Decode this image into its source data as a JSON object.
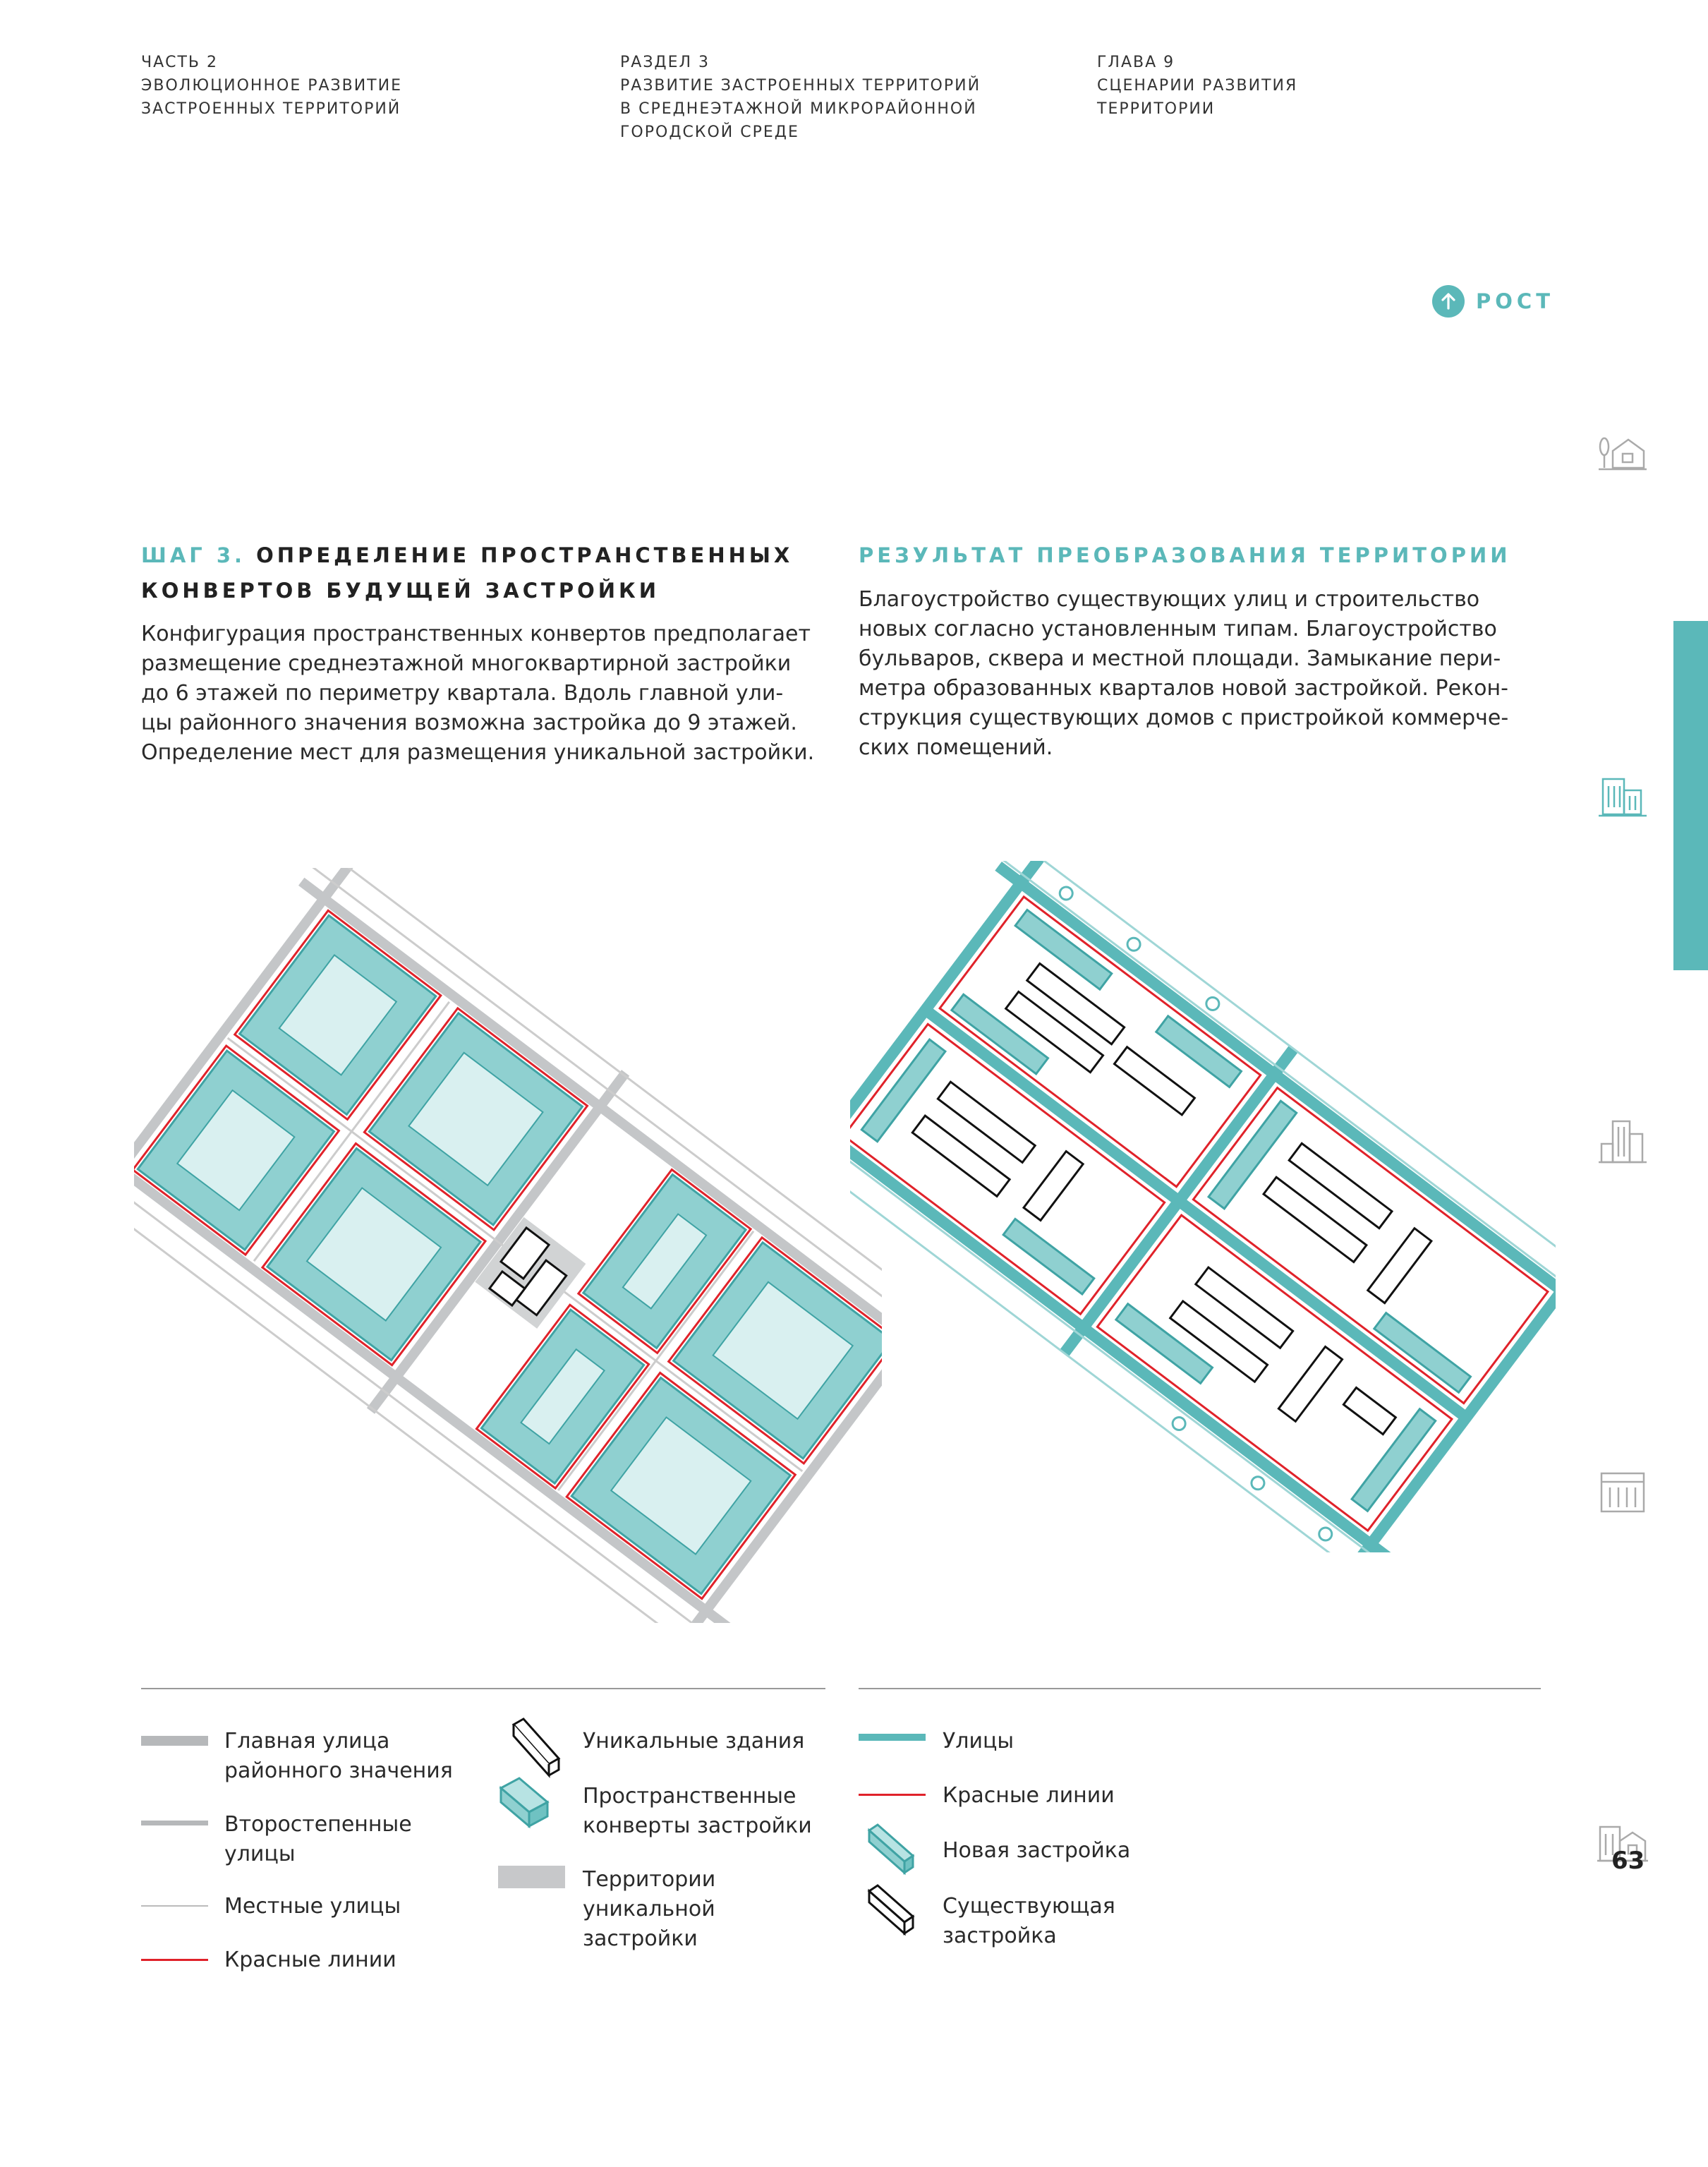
{
  "header": {
    "part": [
      "ЧАСТЬ 2",
      "ЭВОЛЮЦИОННОЕ РАЗВИТИЕ",
      "ЗАСТРОЕННЫХ ТЕРРИТОРИЙ"
    ],
    "section": [
      "РАЗДЕЛ 3",
      "РАЗВИТИЕ ЗАСТРОЕННЫХ ТЕРРИТОРИЙ",
      "В СРЕДНЕЭТАЖНОЙ МИКРОРАЙОННОЙ",
      "ГОРОДСКОЙ СРЕДЕ"
    ],
    "chapter": [
      "ГЛАВА 9",
      "СЦЕНАРИИ РАЗВИТИЯ",
      "ТЕРРИТОРИИ"
    ]
  },
  "growth_badge": {
    "label": "РОСТ",
    "icon": "arrow-up-icon"
  },
  "colors": {
    "accent": "#5bb8b9",
    "red_line": "#e0222a",
    "gray_street": "#c4c6c8"
  },
  "side_nav": [
    {
      "icon": "house-tree-icon",
      "active": false
    },
    {
      "icon": "midrise-buildings-icon",
      "active": true
    },
    {
      "icon": "tower-icon",
      "active": false
    },
    {
      "icon": "apartment-block-icon",
      "active": false
    },
    {
      "icon": "mixed-buildings-icon",
      "active": false
    }
  ],
  "step": {
    "prefix": "ШАГ 3.",
    "title_line1": "ОПРЕДЕЛЕНИЕ ПРОСТРАНСТВЕННЫХ",
    "title_line2": "КОНВЕРТОВ БУДУЩЕЙ ЗАСТРОЙКИ",
    "body": [
      "Конфигурация пространственных конвертов предполагает",
      "размещение среднеэтажной многоквартирной застройки",
      "до 6 этажей по периметру квартала. Вдоль главной ули-",
      "цы районного значения возможна застройка до 9 этажей.",
      "Определение мест для размещения уникальной застройки."
    ]
  },
  "result": {
    "title": "РЕЗУЛЬТАТ ПРЕОБРАЗОВАНИЯ ТЕРРИТОРИИ",
    "body": [
      "Благоустройство существующих улиц и строительство",
      "новых согласно установленным типам. Благоустройство",
      "бульваров, сквера и местной площади. Замыкание пери-",
      "метра образованных кварталов новой застройкой. Рекон-",
      "струкция существующих домов с пристройкой коммерче-",
      "ских помещений."
    ]
  },
  "legend_left": {
    "main_street": [
      "Главная улица",
      "районного значения"
    ],
    "secondary_streets": [
      "Второстепенные",
      "улицы"
    ],
    "local_streets": [
      "Местные улицы"
    ],
    "red_lines": [
      "Красные линии"
    ],
    "unique_buildings": [
      "Уникальные здания"
    ],
    "envelopes": [
      "Пространственные",
      "конверты застройки"
    ],
    "unique_territories": [
      "Территории",
      "уникальной",
      "застройки"
    ]
  },
  "legend_right": {
    "streets": [
      "Улицы"
    ],
    "red_lines": [
      "Красные линии"
    ],
    "new_buildings": [
      "Новая застройка"
    ],
    "existing_buildings": [
      "Существующая",
      "застройка"
    ]
  },
  "page_number": "63"
}
